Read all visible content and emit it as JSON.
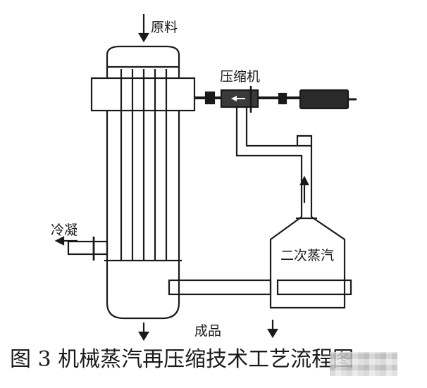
{
  "labels": {
    "feed": "原料",
    "compressor": "压缩机",
    "condensate": "冷凝",
    "secondary_steam": "二次蒸汽",
    "product": "成品"
  },
  "caption": "图 3 机械蒸汽再压缩技术工艺流程图",
  "colors": {
    "line": "#1a1a1a",
    "compressor_body": "#3a3a3a",
    "background": "#ffffff"
  }
}
